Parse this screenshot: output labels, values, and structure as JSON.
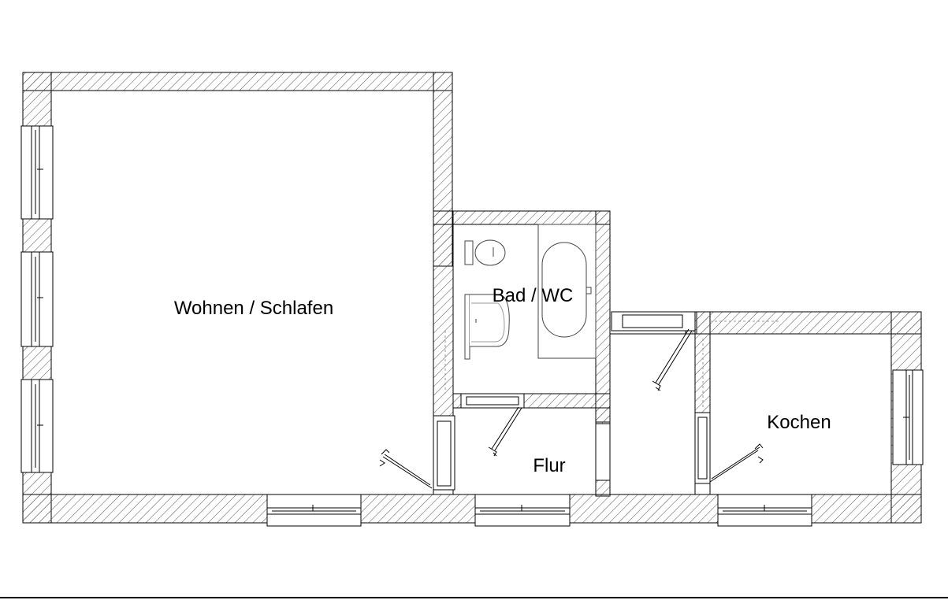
{
  "rooms": {
    "living": "Wohnen / Schlafen",
    "bath": "Bad / WC",
    "hall": "Flur",
    "kitchen": "Kochen"
  },
  "colors": {
    "line": "#000000",
    "hatch": "#555555",
    "background": "#ffffff"
  },
  "fixtures": [
    "toilet-icon",
    "shower-tray-icon",
    "bathtub-icon",
    "window-icon",
    "door-swing-icon"
  ]
}
